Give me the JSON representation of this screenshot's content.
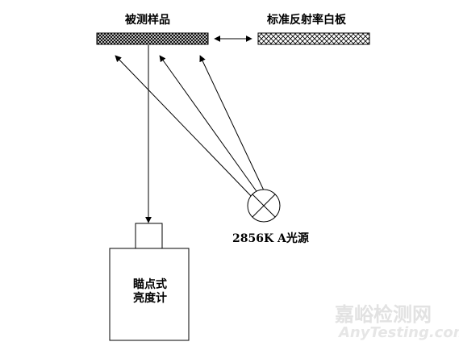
{
  "labels": {
    "sample": "被测样品",
    "white_board": "标准反射率白板",
    "light_source": "2856K A光源",
    "meter_line1": "瞄点式",
    "meter_line2": "亮度计"
  },
  "watermark": {
    "cn": "嘉峪检测网",
    "en": "AnyTesting.com"
  },
  "colors": {
    "line": "#000000",
    "watermark": "#e4e4e4"
  }
}
